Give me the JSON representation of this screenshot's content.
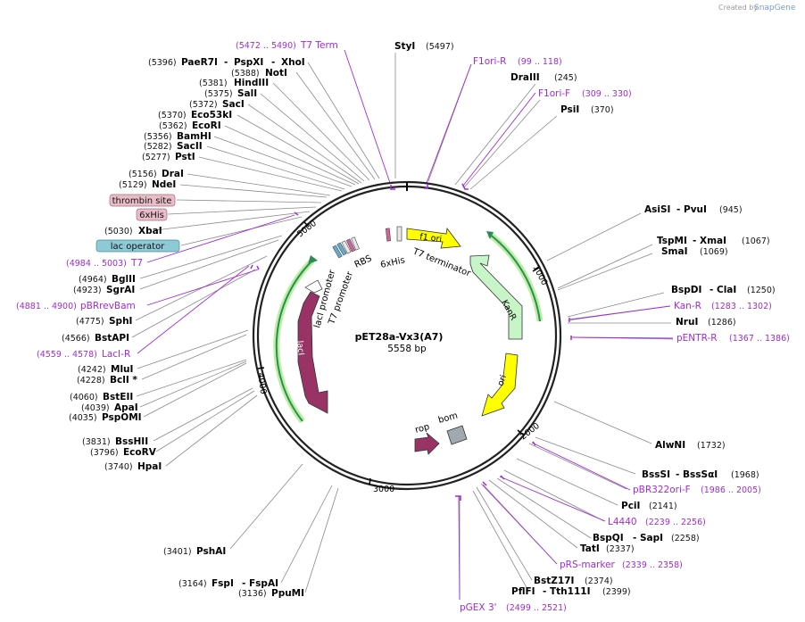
{
  "credit": {
    "prefix": "Created by",
    "brand": "SnapGene"
  },
  "plasmid": {
    "name": "pET28a-Vx3(A7)",
    "size": "5558 bp"
  },
  "ticks": [
    "1000",
    "2000",
    "3000",
    "4000",
    "5000"
  ],
  "site_labels": [
    {
      "enzyme": "StyI",
      "pos": "(5497)"
    },
    {
      "enzyme": "DraIII",
      "pos": "(245)"
    },
    {
      "enzyme": "PsiI",
      "pos": "(370)"
    },
    {
      "enzyme": "AsiSI",
      "enzyme2": "PvuI",
      "pos": "(945)"
    },
    {
      "enzyme": "TspMI",
      "enzyme2": "XmaI",
      "pos": "(1067)"
    },
    {
      "enzyme": "SmaI",
      "pos": "(1069)"
    },
    {
      "enzyme": "BspDI",
      "enzyme2": "ClaI",
      "pos": "(1250)"
    },
    {
      "enzyme": "NruI",
      "pos": "(1286)"
    },
    {
      "enzyme": "AlwNI",
      "pos": "(1732)"
    },
    {
      "enzyme": "BssSI",
      "enzyme2": "BssSαI",
      "pos": "(1968)"
    },
    {
      "enzyme": "PciI",
      "pos": "(2141)"
    },
    {
      "enzyme": "BspQI",
      "enzyme2": "SapI",
      "pos": "(2258)"
    },
    {
      "enzyme": "TatI",
      "pos": "(2337)"
    },
    {
      "enzyme": "BstZ17I",
      "pos": "(2374)"
    },
    {
      "enzyme": "PflFI",
      "enzyme2": "Tth111I",
      "pos": "(2399)"
    },
    {
      "pos": "(5396)",
      "enzyme": "PaeR7I",
      "enzyme2": "PspXI",
      "enzyme3": "XhoI"
    },
    {
      "pos": "(5388)",
      "enzyme": "NotI"
    },
    {
      "pos": "(5381)",
      "enzyme": "HindIII"
    },
    {
      "pos": "(5375)",
      "enzyme": "SalI"
    },
    {
      "pos": "(5372)",
      "enzyme": "SacI"
    },
    {
      "pos": "(5370)",
      "enzyme": "Eco53kI"
    },
    {
      "pos": "(5362)",
      "enzyme": "EcoRI"
    },
    {
      "pos": "(5356)",
      "enzyme": "BamHI"
    },
    {
      "pos": "(5282)",
      "enzyme": "SacII"
    },
    {
      "pos": "(5277)",
      "enzyme": "PstI"
    },
    {
      "pos": "(5156)",
      "enzyme": "DraI"
    },
    {
      "pos": "(5129)",
      "enzyme": "NdeI"
    },
    {
      "pos": "(5030)",
      "enzyme": "XbaI"
    },
    {
      "pos": "(4964)",
      "enzyme": "BglII"
    },
    {
      "pos": "(4923)",
      "enzyme": "SgrAI"
    },
    {
      "pos": "(4775)",
      "enzyme": "SphI"
    },
    {
      "pos": "(4566)",
      "enzyme": "BstAPI"
    },
    {
      "pos": "(4242)",
      "enzyme": "MluI"
    },
    {
      "pos": "(4228)",
      "enzyme": "BclI *"
    },
    {
      "pos": "(4060)",
      "enzyme": "BstEII"
    },
    {
      "pos": "(4039)",
      "enzyme": "ApaI"
    },
    {
      "pos": "(4035)",
      "enzyme": "PspOMI"
    },
    {
      "pos": "(3831)",
      "enzyme": "BssHII"
    },
    {
      "pos": "(3796)",
      "enzyme": "EcoRV"
    },
    {
      "pos": "(3740)",
      "enzyme": "HpaI"
    },
    {
      "pos": "(3401)",
      "enzyme": "PshAI"
    },
    {
      "pos": "(3164)",
      "enzyme": "FspI",
      "enzyme2": "FspAI"
    },
    {
      "pos": "(3136)",
      "enzyme": "PpuMI"
    }
  ],
  "primer_labels": [
    {
      "name": "T7 Term",
      "range": "(5472 .. 5490)"
    },
    {
      "name": "F1ori-R",
      "range": "(99 .. 118)"
    },
    {
      "name": "F1ori-F",
      "range": "(309 .. 330)"
    },
    {
      "name": "Kan-R",
      "range": "(1283 .. 1302)"
    },
    {
      "name": "pENTR-R",
      "range": "(1367 .. 1386)"
    },
    {
      "name": "pBR322ori-F",
      "range": "(1986 .. 2005)"
    },
    {
      "name": "L4440",
      "range": "(2239 .. 2256)"
    },
    {
      "name": "pRS-marker",
      "range": "(2339 .. 2358)"
    },
    {
      "name": "pGEX 3'",
      "range": "(2499 .. 2521)"
    },
    {
      "name": "T7",
      "range": "(4984 .. 5003)"
    },
    {
      "name": "pBRrevBam",
      "range": "(4881 .. 4900)"
    },
    {
      "name": "LacI-R",
      "range": "(4559 .. 4578)"
    }
  ],
  "feature_boxes": [
    {
      "label": "thrombin site",
      "color": "#e8bcc8"
    },
    {
      "label": "6xHis",
      "color": "#e8bcc8"
    },
    {
      "label": "lac operator",
      "color": "#8ec9d6"
    }
  ],
  "features": {
    "f1_ori": "f1 ori",
    "kanr": "KanR",
    "ori": "ori",
    "laci": "lacI",
    "rop": "rop",
    "bom": "bom",
    "rbs": "RBS",
    "his": "6xHis",
    "t7_terminator": "T7 terminator",
    "laci_promoter": "lacI promoter",
    "t7_promoter": "T7 promoter"
  },
  "colors": {
    "primer": "#a12bd8",
    "f1_ori": "#ffff00",
    "kanr": "#c8f5c8",
    "ori": "#ffff00",
    "laci": "#993366",
    "rop": "#993366",
    "bom": "#a0a8b0",
    "promoter": "#2e8b57"
  }
}
